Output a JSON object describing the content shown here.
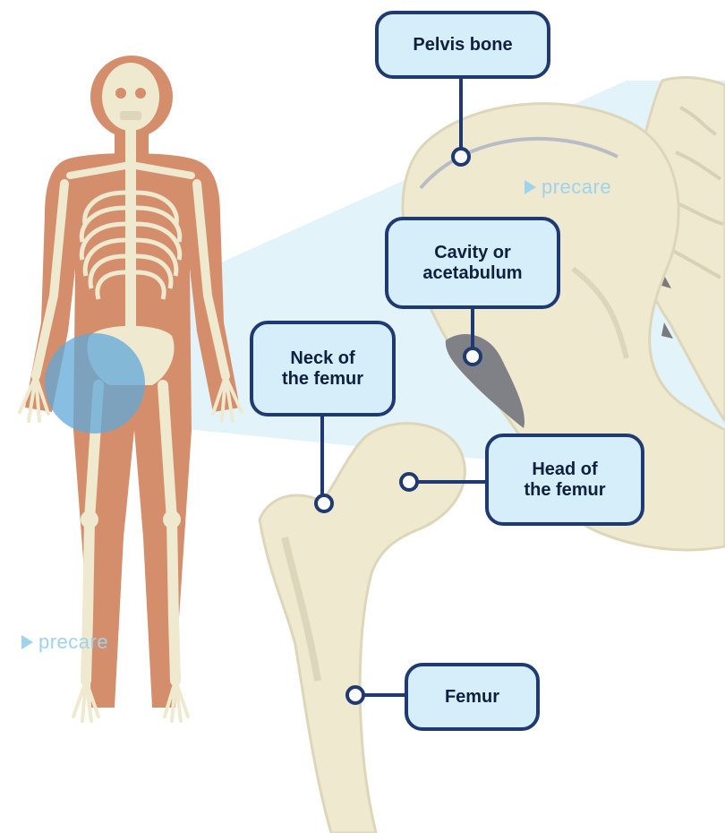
{
  "title": "",
  "watermark": {
    "text": "precare"
  },
  "labels": {
    "pelvis": "Pelvis bone",
    "cavity": "Cavity or\nacetabulum",
    "neck": "Neck of\nthe femur",
    "head": "Head of\nthe femur",
    "femur": "Femur"
  },
  "colors": {
    "label_fill": "#d6eefa",
    "label_border": "#1f3a73",
    "bone": "#efe9cf",
    "bone_shade": "#ddd6ba",
    "skin": "#d58e6c",
    "highlight": "#5fa8d8",
    "callout_beam": "#e3f3fa",
    "watermark": "#9fd3ec"
  }
}
